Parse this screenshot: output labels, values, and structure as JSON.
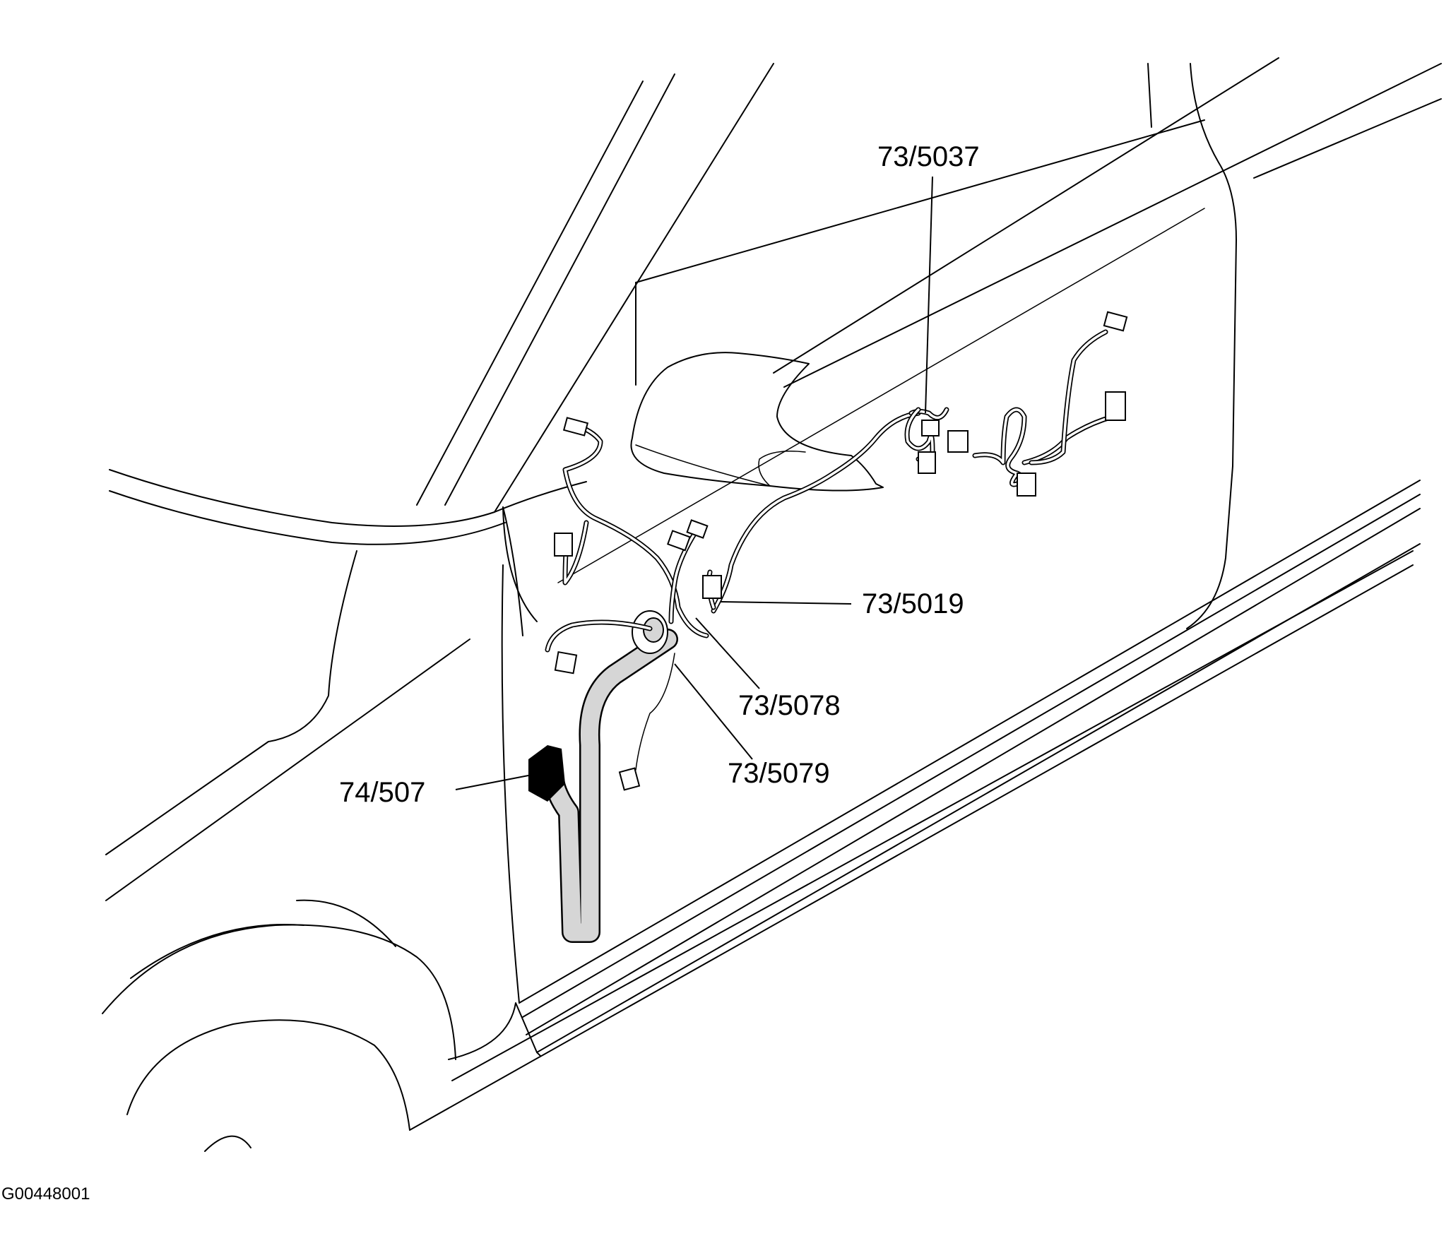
{
  "diagram": {
    "callouts": {
      "c5037": "73/5037",
      "c5019": "73/5019",
      "c5078": "73/5078",
      "c5079": "73/5079",
      "c507": "74/507"
    },
    "figure_code": "G00448001"
  }
}
